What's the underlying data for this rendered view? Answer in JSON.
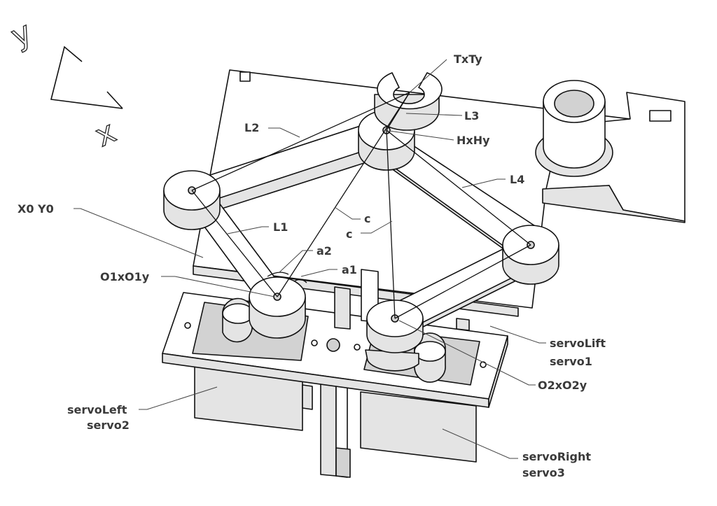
{
  "axes": {
    "y": "y",
    "x": "x"
  },
  "labels": {
    "txty": "TxTy",
    "l3": "L3",
    "hxhy": "HxHy",
    "l2": "L2",
    "l4": "L4",
    "x0y0": "X0 Y0",
    "l1": "L1",
    "c_upper": "c",
    "c_lower": "c",
    "a2": "a2",
    "a1": "a1",
    "o1": "O1xO1y",
    "servo_lift_1": "servoLift",
    "servo_lift_2": "servo1",
    "o2": "O2xO2y",
    "servo_left_1": "servoLeft",
    "servo_left_2": "servo2",
    "servo_right_1": "servoRight",
    "servo_right_2": "servo3"
  }
}
